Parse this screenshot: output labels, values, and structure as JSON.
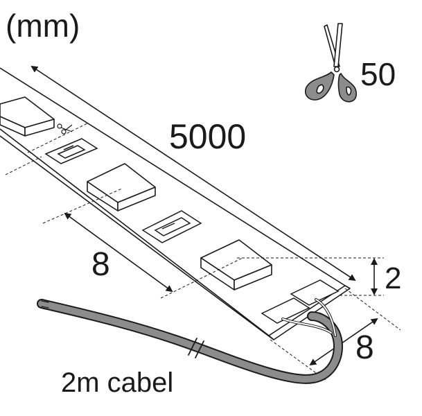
{
  "labels": {
    "unit": "(mm)",
    "cut_length": "50",
    "strip_length": "5000",
    "pitch": "8",
    "height": "2",
    "width": "8",
    "cable": "2m cabel"
  },
  "colors": {
    "line": "#1a1a1a",
    "cable": "#8c8c8c",
    "paper": "#ffffff"
  },
  "icons": {
    "cut": "scissors-icon"
  }
}
